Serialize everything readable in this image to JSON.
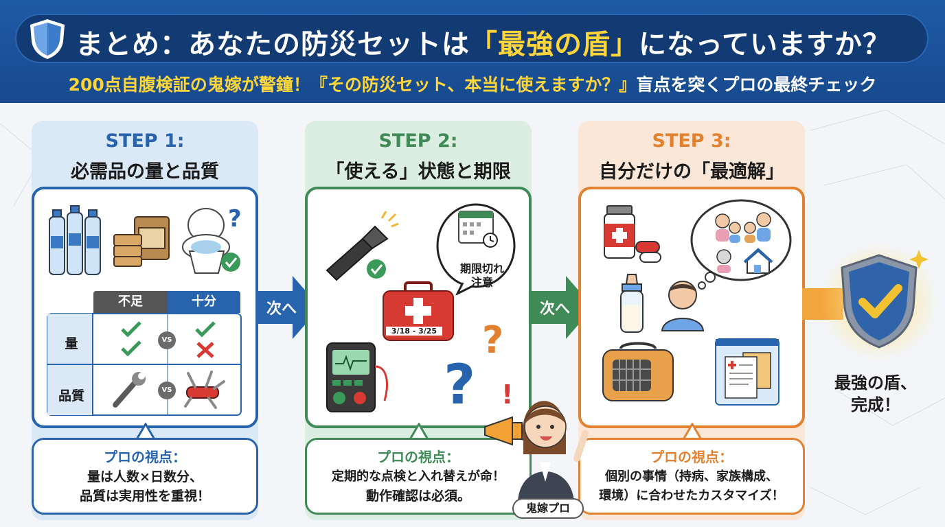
{
  "header": {
    "title_prefix": "まとめ：あなたの防災セットは",
    "title_accent": "「最強の盾」",
    "title_suffix": "になっていますか？",
    "subtitle_a": "200点自腹検証の",
    "subtitle_b": "鬼嫁",
    "subtitle_c": "が警鐘！",
    "subtitle_d": "『その防災セット、本当に使えますか？』",
    "subtitle_e": "盲点を突くプロの最終チェック"
  },
  "steps": [
    {
      "label": "STEP 1:",
      "title": "必需品の量と品質",
      "color": "#2864ad",
      "table": {
        "col_headers": [
          "不足",
          "十分"
        ],
        "row_labels": [
          "量",
          "品質"
        ],
        "vs": "VS"
      },
      "bubble_head": "プロの視点：",
      "bubble_lines": [
        "量は人数×日数分、",
        "品質は実用性を重視！"
      ]
    },
    {
      "label": "STEP 2:",
      "title": "「使える」状態と期限",
      "color": "#3f8a57",
      "date_range": "3/18 - 3/25",
      "calendar_label": [
        "期限切れ",
        "注意"
      ],
      "bubble_head": "プロの視点：",
      "bubble_lines": [
        "定期的な点検と入れ替えが命！",
        "動作確認は必須。"
      ]
    },
    {
      "label": "STEP 3:",
      "title": "自分だけの「最適解」",
      "color": "#e2812f",
      "bubble_head": "プロの視点：",
      "bubble_lines": [
        "個別の事情（持病、家族構成、",
        "環境）に合わせたカスタマイズ！"
      ]
    }
  ],
  "arrows": [
    "次へ",
    "次へ"
  ],
  "final": {
    "lines": [
      "最強の盾、",
      "完成！"
    ]
  },
  "character": {
    "tag": "鬼嫁プロ"
  },
  "icons": {
    "title": "shield-icon",
    "step1": [
      "water-bottles-icon",
      "food-packs-icon",
      "toilet-icon",
      "wrench-icon",
      "multitool-icon"
    ],
    "step2": [
      "flashlight-icon",
      "first-aid-kit-icon",
      "calendar-icon",
      "battery-tester-icon"
    ],
    "step3": [
      "medicine-icon",
      "baby-bottle-icon",
      "family-icon",
      "person-icon",
      "pet-carrier-icon",
      "documents-icon"
    ]
  }
}
